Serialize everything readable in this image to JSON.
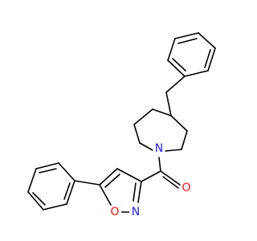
{
  "colors": {
    "background": "#ffffff",
    "bond": "#000000",
    "nitrogen": "#1f1fff",
    "oxygen": "#ff0d0d"
  },
  "atoms": {
    "piperidine_n": {
      "label": "N",
      "element": "nitrogen"
    },
    "carbonyl_o": {
      "label": "O",
      "element": "oxygen"
    },
    "isoxazole_n": {
      "label": "N",
      "element": "nitrogen"
    },
    "isoxazole_o": {
      "label": "O",
      "element": "oxygen"
    }
  }
}
